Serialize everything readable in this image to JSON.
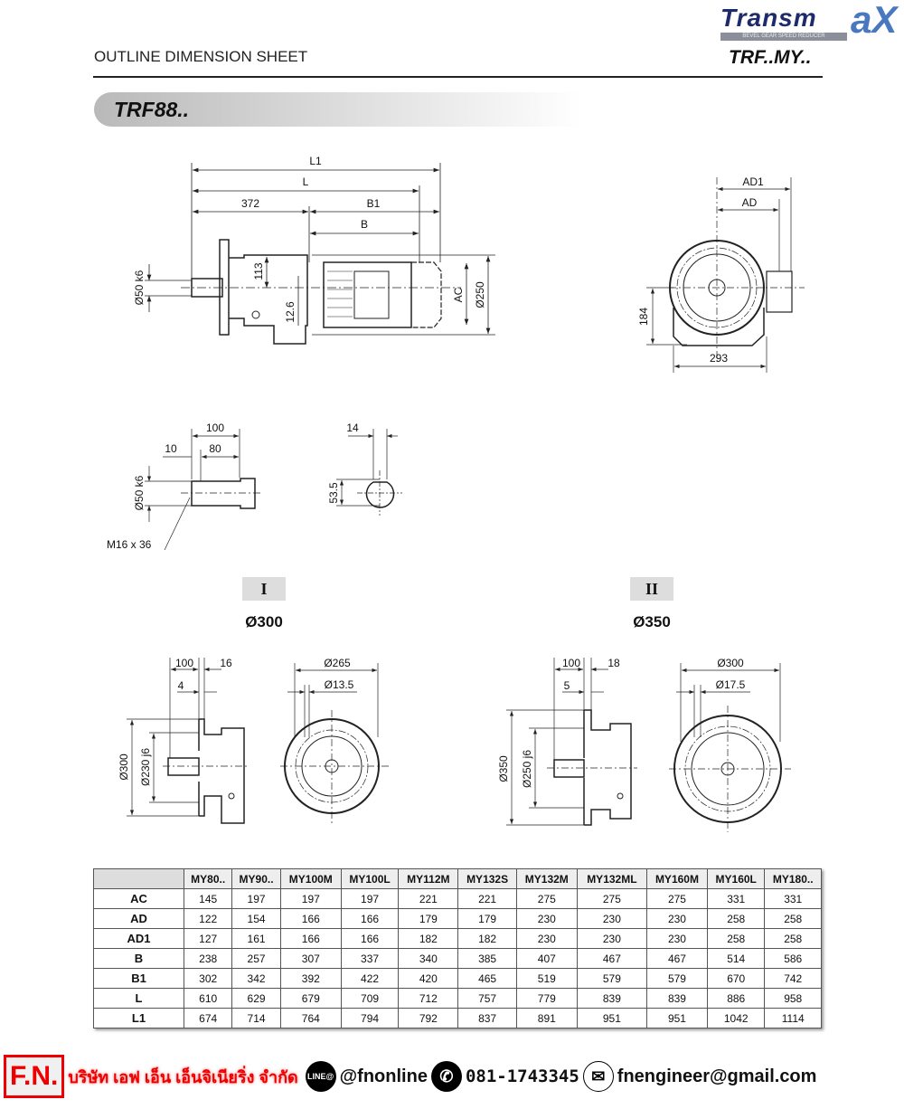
{
  "header": {
    "sheet_title": "OUTLINE DIMENSION SHEET",
    "brand": {
      "name_main": "Transm",
      "name_x": "aX",
      "tagline": "BEVEL GEAR SPEED REDUCER"
    },
    "series": "TRF..MY..",
    "model": "TRF88.."
  },
  "side_view": {
    "L1": "L1",
    "L": "L",
    "d372": "372",
    "B1": "B1",
    "B": "B",
    "shaft": "Ø50 k6",
    "d113": "113",
    "d12_6": "12.6",
    "AC": "AC",
    "d250": "Ø250"
  },
  "end_view": {
    "AD1": "AD1",
    "AD": "AD",
    "d184": "184",
    "d293": "293"
  },
  "shaft_detail": {
    "d100": "100",
    "d10": "10",
    "d80": "80",
    "shaft": "Ø50 k6",
    "thread": "M16 x 36",
    "d14": "14",
    "d53_5": "53.5"
  },
  "flange_I": {
    "tag": "I",
    "size": "Ø300",
    "d100": "100",
    "d16": "16",
    "d4": "4",
    "d300": "Ø300",
    "d230": "Ø230 j6",
    "d265": "Ø265",
    "d13_5": "Ø13.5"
  },
  "flange_II": {
    "tag": "II",
    "size": "Ø350",
    "d100": "100",
    "d18": "18",
    "d5": "5",
    "d350": "Ø350",
    "d250": "Ø250 j6",
    "d300": "Ø300",
    "d17_5": "Ø17.5"
  },
  "table": {
    "columns": [
      "MY80..",
      "MY90..",
      "MY100M",
      "MY100L",
      "MY112M",
      "MY132S",
      "MY132M",
      "MY132ML",
      "MY160M",
      "MY160L",
      "MY180.."
    ],
    "rows": [
      {
        "label": "AC",
        "values": [
          "145",
          "197",
          "197",
          "197",
          "221",
          "221",
          "275",
          "275",
          "275",
          "331",
          "331"
        ]
      },
      {
        "label": "AD",
        "values": [
          "122",
          "154",
          "166",
          "166",
          "179",
          "179",
          "230",
          "230",
          "230",
          "258",
          "258"
        ]
      },
      {
        "label": "AD1",
        "values": [
          "127",
          "161",
          "166",
          "166",
          "182",
          "182",
          "230",
          "230",
          "230",
          "258",
          "258"
        ]
      },
      {
        "label": "B",
        "values": [
          "238",
          "257",
          "307",
          "337",
          "340",
          "385",
          "407",
          "467",
          "467",
          "514",
          "586"
        ]
      },
      {
        "label": "B1",
        "values": [
          "302",
          "342",
          "392",
          "422",
          "420",
          "465",
          "519",
          "579",
          "579",
          "670",
          "742"
        ]
      },
      {
        "label": "L",
        "values": [
          "610",
          "629",
          "679",
          "709",
          "712",
          "757",
          "779",
          "839",
          "839",
          "886",
          "958"
        ]
      },
      {
        "label": "L1",
        "values": [
          "674",
          "714",
          "764",
          "794",
          "792",
          "837",
          "891",
          "951",
          "951",
          "1042",
          "1114"
        ]
      }
    ]
  },
  "footer": {
    "logo": "F.N.",
    "company": "บริษัท เอฟ เอ็น เอ็นจิเนียริ่ง จำกัด",
    "line_icon_text": "LINE@",
    "line_id": "@fnonline",
    "phone": "081-1743345",
    "email": "fnengineer@gmail.com"
  }
}
